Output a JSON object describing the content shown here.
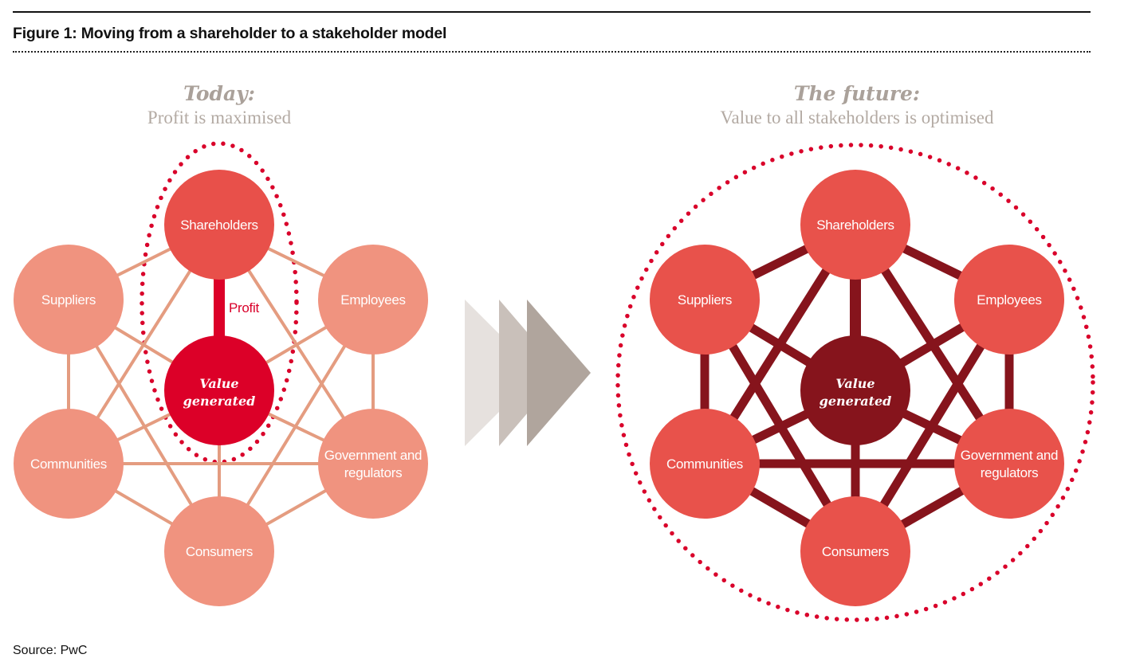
{
  "figure": {
    "title": "Figure 1: Moving from a shareholder to a stakeholder model",
    "source": "Source: PwC"
  },
  "colors": {
    "left_node": "#f0937f",
    "left_line": "#e49c80",
    "left_shareholder": "#e8504a",
    "left_value": "#dc0028",
    "left_boundary": "#d9002a",
    "right_node": "#e8524b",
    "right_line": "#86141c",
    "right_value": "#86141c",
    "right_boundary": "#d9002a",
    "arrow_1": "#e6e1de",
    "arrow_2": "#c9c0ba",
    "arrow_3": "#b0a59d",
    "heading": "#aaa19a"
  },
  "left_panel": {
    "heading": "Today:",
    "subheading": "Profit is maximised",
    "center": {
      "line1": "Value",
      "line2": "generated"
    },
    "profit_label": "Profit",
    "nodes": [
      {
        "id": "shareholders",
        "lines": [
          "Shareholders"
        ]
      },
      {
        "id": "suppliers",
        "lines": [
          "Suppliers"
        ]
      },
      {
        "id": "employees",
        "lines": [
          "Employees"
        ]
      },
      {
        "id": "communities",
        "lines": [
          "Communities"
        ]
      },
      {
        "id": "government",
        "lines": [
          "Government and",
          "regulators"
        ]
      },
      {
        "id": "consumers",
        "lines": [
          "Consumers"
        ]
      }
    ]
  },
  "right_panel": {
    "heading": "The future:",
    "subheading": "Value to all stakeholders is optimised",
    "center": {
      "line1": "Value",
      "line2": "generated"
    },
    "nodes": [
      {
        "id": "shareholders",
        "lines": [
          "Shareholders"
        ]
      },
      {
        "id": "suppliers",
        "lines": [
          "Suppliers"
        ]
      },
      {
        "id": "employees",
        "lines": [
          "Employees"
        ]
      },
      {
        "id": "communities",
        "lines": [
          "Communities"
        ]
      },
      {
        "id": "government",
        "lines": [
          "Government and",
          "regulators"
        ]
      },
      {
        "id": "consumers",
        "lines": [
          "Consumers"
        ]
      }
    ]
  },
  "transition_arrow": {
    "icon": "triple-chevron-right-icon"
  }
}
